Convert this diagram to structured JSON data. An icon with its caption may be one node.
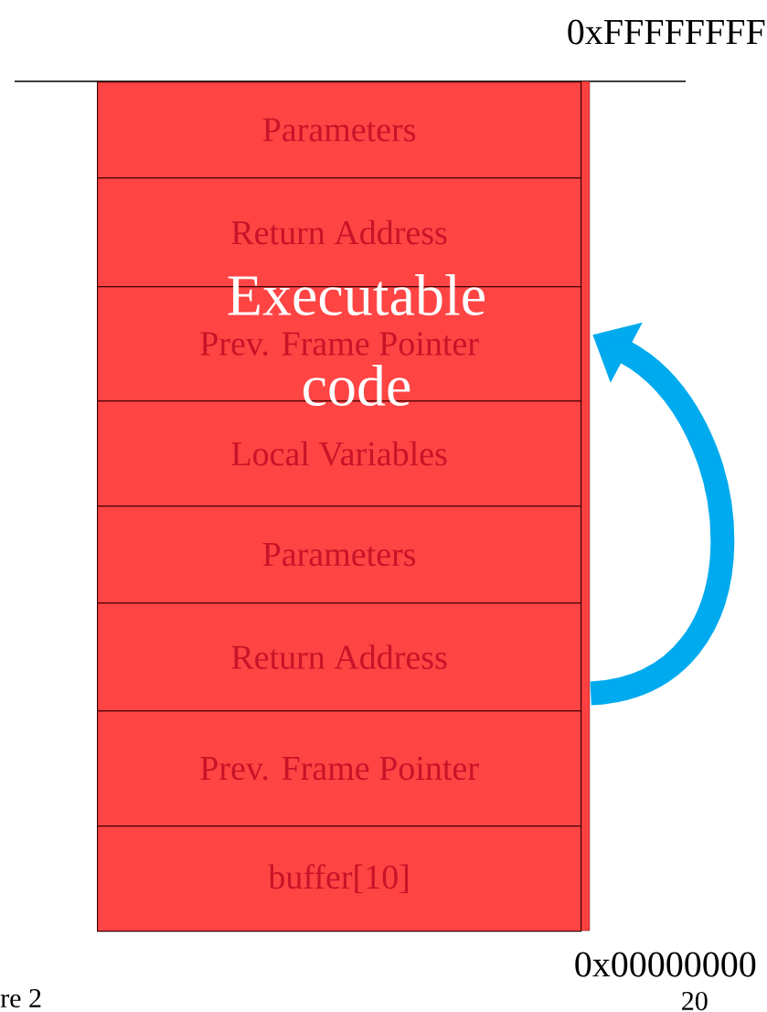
{
  "diagram": {
    "nodes": [
      {
        "text": [
          "Parameters"
        ]
      },
      {
        "text": [
          "Return Address"
        ]
      },
      {
        "text": [
          "Prev. Frame Pointer"
        ]
      },
      {
        "text": [
          "Local Variables"
        ]
      },
      {
        "text": [
          "Parameters"
        ]
      },
      {
        "text": [
          "Return Address"
        ]
      },
      {
        "text": [
          "Prev. Frame Pointer"
        ]
      },
      {
        "text": [
          "buffer[10]"
        ]
      }
    ],
    "edges": [
      {
        "from": 5,
        "to": 2,
        "arrow": "to"
      }
    ],
    "labels": [
      "0xFFFFFFFF",
      "Executable code",
      "0x00000000",
      "re 2",
      "20"
    ]
  }
}
